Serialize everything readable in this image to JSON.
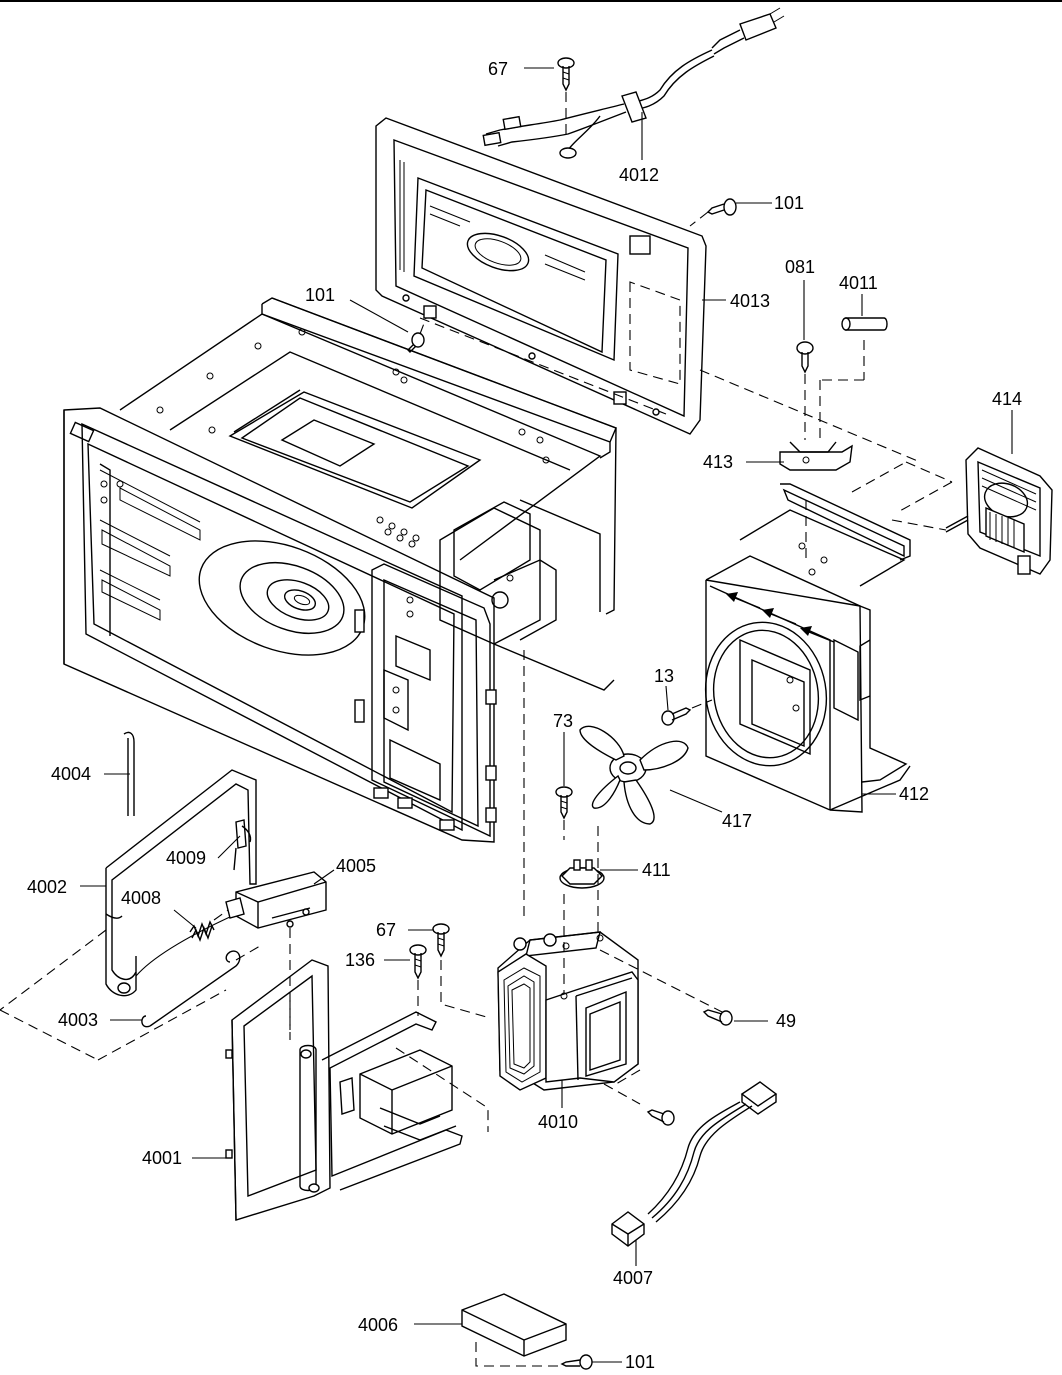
{
  "labels": {
    "p67_top": "67",
    "p4012": "4012",
    "p101_top": "101",
    "p4013": "4013",
    "p101_left": "101",
    "p081": "081",
    "p4011": "4011",
    "p414": "414",
    "p413": "413",
    "p13": "13",
    "p73": "73",
    "p417": "417",
    "p412": "412",
    "p4004": "4004",
    "p4009": "4009",
    "p4005": "4005",
    "p4002": "4002",
    "p4008": "4008",
    "p411": "411",
    "p67_mid": "67",
    "p136": "136",
    "p49": "49",
    "p4003": "4003",
    "p4010": "4010",
    "p4001": "4001",
    "p4007": "4007",
    "p4006": "4006",
    "p101_bottom": "101"
  }
}
